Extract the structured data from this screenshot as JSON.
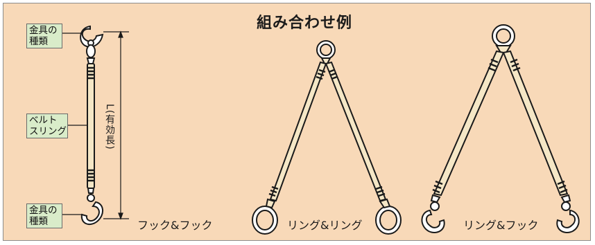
{
  "title": "組み合わせ例",
  "labels": {
    "top_fitting": [
      "金具の",
      "種類"
    ],
    "belt_sling": [
      "ベルト",
      "スリング"
    ],
    "bottom_fitting": [
      "金具の",
      "種類"
    ],
    "length": "L(有効長)"
  },
  "captions": {
    "hook_hook": "フック&フック",
    "ring_ring": "リング&リング",
    "ring_hook": "リング&フック"
  },
  "colors": {
    "background": "#f8d9b8",
    "label_box": "#d9ecc9",
    "sling_fill": "#f5e7c6",
    "stroke": "#1a1a1a"
  }
}
